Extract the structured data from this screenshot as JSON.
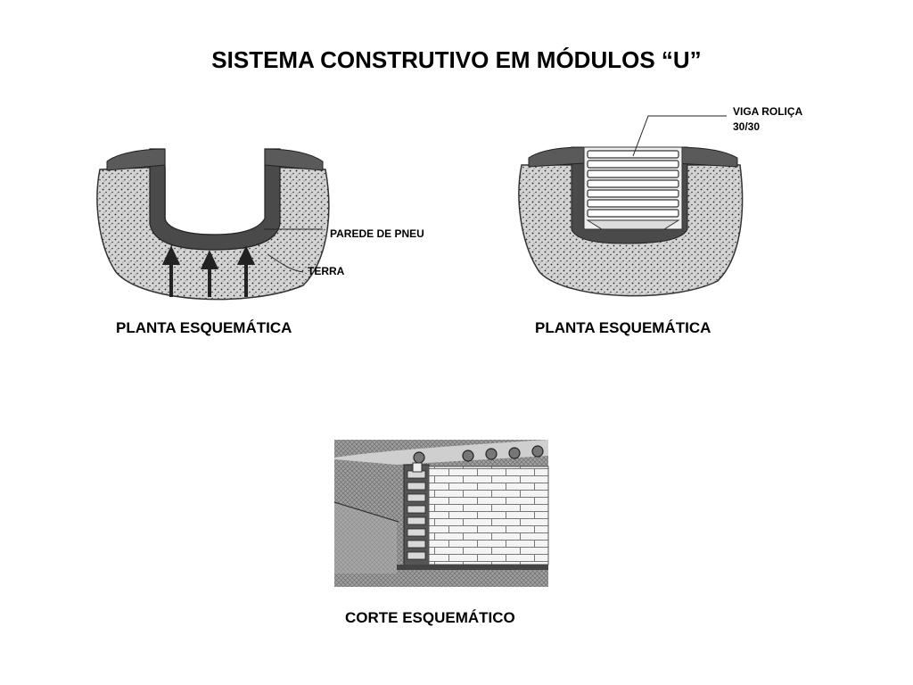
{
  "title": "SISTEMA CONSTRUTIVO EM MÓDULOS “U”",
  "diagram_left": {
    "caption": "PLANTA ESQUEMÁTICA",
    "labels": {
      "tire_wall": "PAREDE DE PNEU",
      "earth": "TERRA"
    }
  },
  "diagram_right": {
    "caption": "PLANTA ESQUEMÁTICA",
    "labels": {
      "beam_line1": "VIGA ROLIÇA",
      "beam_line2": "30/30"
    }
  },
  "diagram_bottom": {
    "caption": "CORTE ESQUEMÁTICO"
  },
  "colors": {
    "wall": "#4a4a4a",
    "soil": "#d0d0d0",
    "soil_dots": "#2a2a2a",
    "brick": "#f4f4f4",
    "section_soil": "#9a9a9a"
  }
}
